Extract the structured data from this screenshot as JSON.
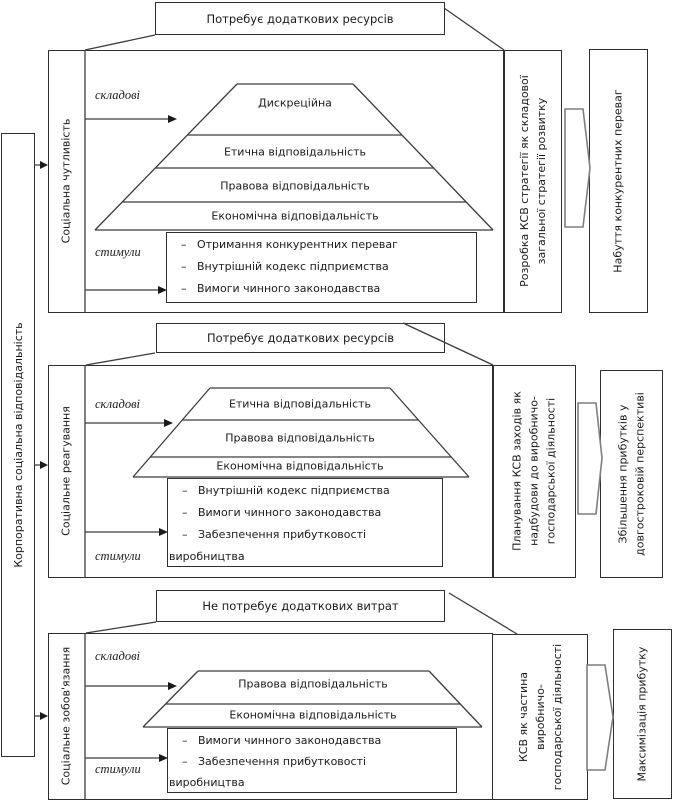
{
  "diagram": {
    "spine_label": "Корпоративна соціальна відповідальність",
    "labels": {
      "components": "складові",
      "stimuli": "стимули"
    },
    "sections": [
      {
        "banner": "Потребує додаткових ресурсів",
        "left_label": "Соціальна чутливість",
        "pyramid": [
          "Дискреційна",
          "Етична відповідальність",
          "Правова відповідальність",
          "Економічна відповідальність"
        ],
        "bullets": [
          "–   Отримання конкурентних переваг",
          "–   Внутрішній кодекс підприємства",
          "–   Вимоги чинного законодавства"
        ],
        "strategy_label": "Розробка КСВ стратегії як складової\nзагальної стратегії розвитку",
        "outcome_label": "Набуття конкурентних переваг"
      },
      {
        "banner": "Потребує додаткових ресурсів",
        "left_label": "Соціальне реагування",
        "pyramid": [
          "Етична відповідальність",
          "Правова відповідальність",
          "Економічна відповідальність"
        ],
        "bullets": [
          "–   Внутрішній кодекс підприємства",
          "–   Вимоги чинного законодавства",
          "–   Забезпечення прибутковості\nвиробництва"
        ],
        "strategy_label": "Планування КСВ заходів як\nнадбудови до виробничо-\nгосподарської діяльності",
        "outcome_label": "Збільшення прибутків у\nдовгостроковій перспективі"
      },
      {
        "banner": "Не потребує додаткових витрат",
        "left_label": "Соціальне зобов'язання",
        "pyramid": [
          "Правова відповідальність",
          "Економічна відповідальність"
        ],
        "bullets": [
          "–   Вимоги чинного законодавства",
          "–   Забезпечення прибутковості\nвиробництва"
        ],
        "strategy_label": "КСВ як частина\nвиробничо-\nгосподарської діяльності",
        "outcome_label": "Максимізація прибутку"
      }
    ]
  }
}
